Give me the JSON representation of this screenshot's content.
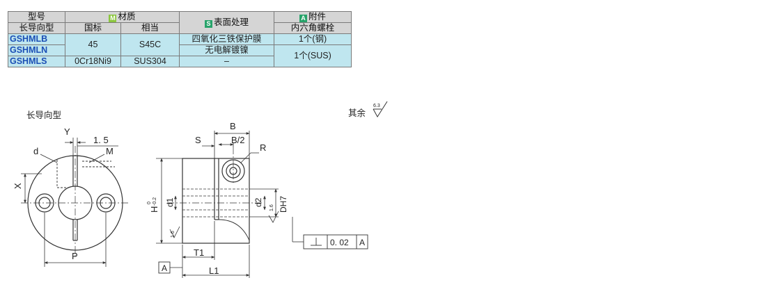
{
  "table": {
    "header_row1": {
      "model": "型号",
      "material_badge": "M",
      "material": "材质",
      "surface_badge": "S",
      "surface": "表面处理",
      "accessory_badge": "A",
      "accessory": "附件"
    },
    "header_row2": {
      "type": "长导向型",
      "gb": "国标",
      "equiv": "相当",
      "accessory_sub": "内六角螺栓"
    },
    "rows": [
      {
        "code": "GSHMLB",
        "surface": "四氧化三铁保护膜",
        "bolt": "1个(钢)"
      },
      {
        "code": "GSHMLN",
        "surface": "无电解镀镍"
      },
      {
        "code": "GSHMLS",
        "gb": "0Cr18Ni9",
        "equiv": "SUS304",
        "surface": "–"
      }
    ],
    "merged": {
      "gb_steel": "45",
      "equiv_steel": "S45C",
      "bolt_sus": "1个(SUS)"
    },
    "badge_colors": {
      "material": "#8cc63f",
      "surface": "#27a36a",
      "accessory": "#27a36a"
    }
  },
  "drawing": {
    "caption": "长导向型",
    "roughness_note": "其余",
    "roughness_value": "6.3",
    "front_view": {
      "Y": "Y",
      "pitch": "1. 5",
      "d": "d",
      "M": "M",
      "X": "X",
      "P": "P"
    },
    "side_view": {
      "B": "B",
      "S": "S",
      "B_half": "B/2",
      "R": "R",
      "H": "H",
      "H_tol_upper": "0",
      "H_tol_lower": "-0.2",
      "d1": "d1",
      "d2": "d2",
      "DH7": "DH7",
      "rough_1": "1.6",
      "rough_2": "1.6",
      "T1": "T1",
      "L1": "L1",
      "datum": "A",
      "tolerance": "0. 02",
      "tolerance_datum": "A"
    }
  }
}
